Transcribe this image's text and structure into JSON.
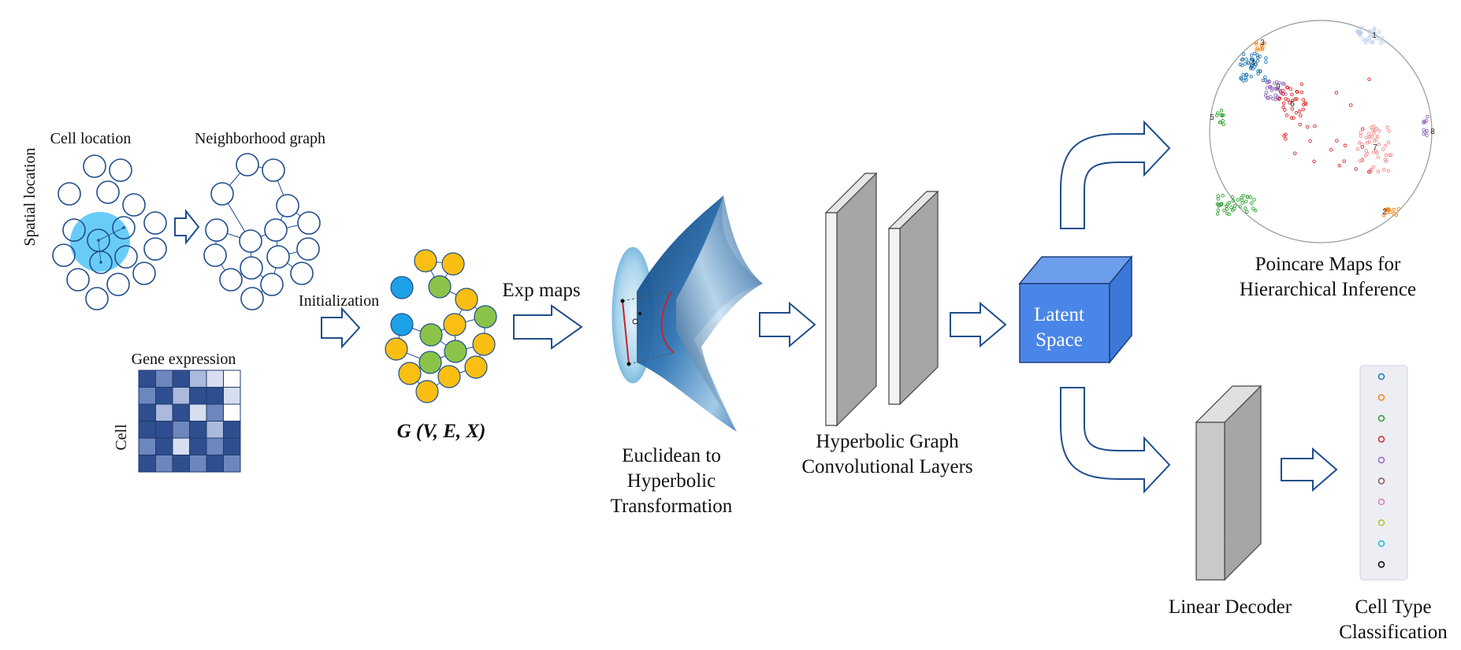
{
  "labels": {
    "spatial_location": "Spatial location",
    "cell_location": "Cell location",
    "neighborhood_graph": "Neighborhood graph",
    "initialization": "Initialization",
    "gene_expression": "Gene expression",
    "cell": "Cell",
    "graph_formula": "G (V, E, X)",
    "exp_maps": "Exp maps",
    "euclid_line1": "Euclidean to",
    "euclid_line2": "Hyperbolic",
    "euclid_line3": "Transformation",
    "hgcl_line1": "Hyperbolic Graph",
    "hgcl_line2": "Convolutional Layers",
    "latent_line1": "Latent",
    "latent_line2": "Space",
    "poincare_line1": "Poincare Maps for",
    "poincare_line2": "Hierarchical Inference",
    "linear_decoder": "Linear Decoder",
    "celltype_line1": "Cell Type",
    "celltype_line2": "Classification"
  },
  "cluster_indices": [
    "1",
    "2",
    "3",
    "4",
    "5",
    "6",
    "7",
    "8",
    "9"
  ],
  "colors": {
    "arrow": "#1f4e8c",
    "node_yellow": "#fbbf13",
    "node_green": "#8bc34a",
    "node_blue": "#1da1e6",
    "neighborhood_fill": "#4fc3f7",
    "latent_front": "#4a86e8",
    "latent_top": "#6d9eeb",
    "latent_side": "#3c78d8",
    "layer_gray": "#bfbfbf",
    "matrix_dark": "#2e4e8f",
    "matrix_mid": "#6d86bd",
    "matrix_light": "#aab9dc",
    "matrix_pale": "#d7def0",
    "cluster_colors": [
      "#1f77b4",
      "#ff7f0e",
      "#2ca02c",
      "#d62728",
      "#9467bd",
      "#8c564b",
      "#e377c2",
      "#bcbd22",
      "#17becf",
      "#000000"
    ]
  },
  "gene_matrix": [
    [
      3,
      2,
      3,
      1,
      0,
      -1
    ],
    [
      2,
      3,
      1,
      3,
      3,
      0
    ],
    [
      3,
      1,
      3,
      0,
      2,
      -1
    ],
    [
      3,
      3,
      2,
      3,
      1,
      3
    ],
    [
      2,
      3,
      0,
      3,
      2,
      3
    ],
    [
      3,
      2,
      3,
      2,
      3,
      2
    ]
  ]
}
